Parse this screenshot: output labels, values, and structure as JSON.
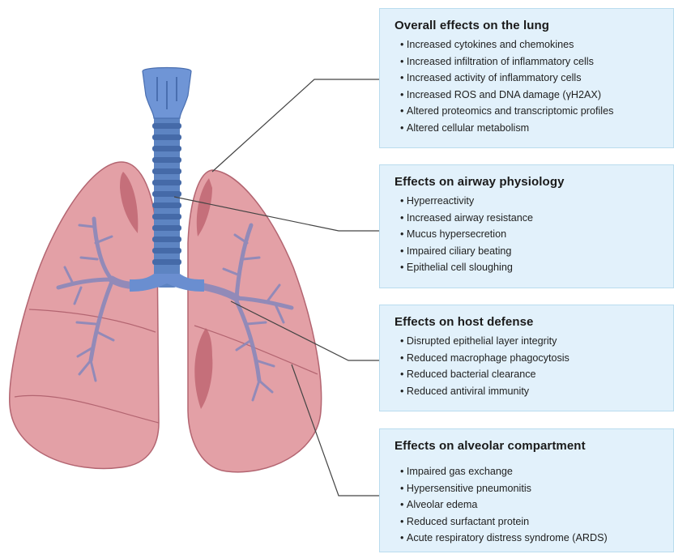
{
  "sections": [
    {
      "title": "Overall effects on the lung",
      "items": [
        "Increased cytokines and chemokines",
        "Increased infiltration of inflammatory cells",
        "Increased activity of inflammatory cells",
        "Increased ROS and DNA damage (γH2AX)",
        "Altered proteomics and transcriptomic profiles",
        "Altered cellular metabolism"
      ]
    },
    {
      "title": "Effects on airway physiology",
      "items": [
        "Hyperreactivity",
        "Increased airway resistance",
        "Mucus hypersecretion",
        "Impaired ciliary beating",
        "Epithelial cell sloughing"
      ]
    },
    {
      "title": "Effects on host defense",
      "items": [
        "Disrupted epithelial layer integrity",
        "Reduced macrophage phagocytosis",
        "Reduced bacterial clearance",
        "Reduced antiviral immunity"
      ]
    },
    {
      "title": "Effects on alveolar compartment",
      "items": [
        "Impaired gas exchange",
        "Hypersensitive pneumonitis",
        "Alveolar edema",
        "Reduced surfactant protein",
        "Acute respiratory distress syndrome (ARDS)"
      ]
    }
  ],
  "colors": {
    "lung_fill": "#e3a0a6",
    "lung_shadow": "#c56f7a",
    "airway_blue": "#5d84c2",
    "box_fill": "#e2f1fb"
  }
}
